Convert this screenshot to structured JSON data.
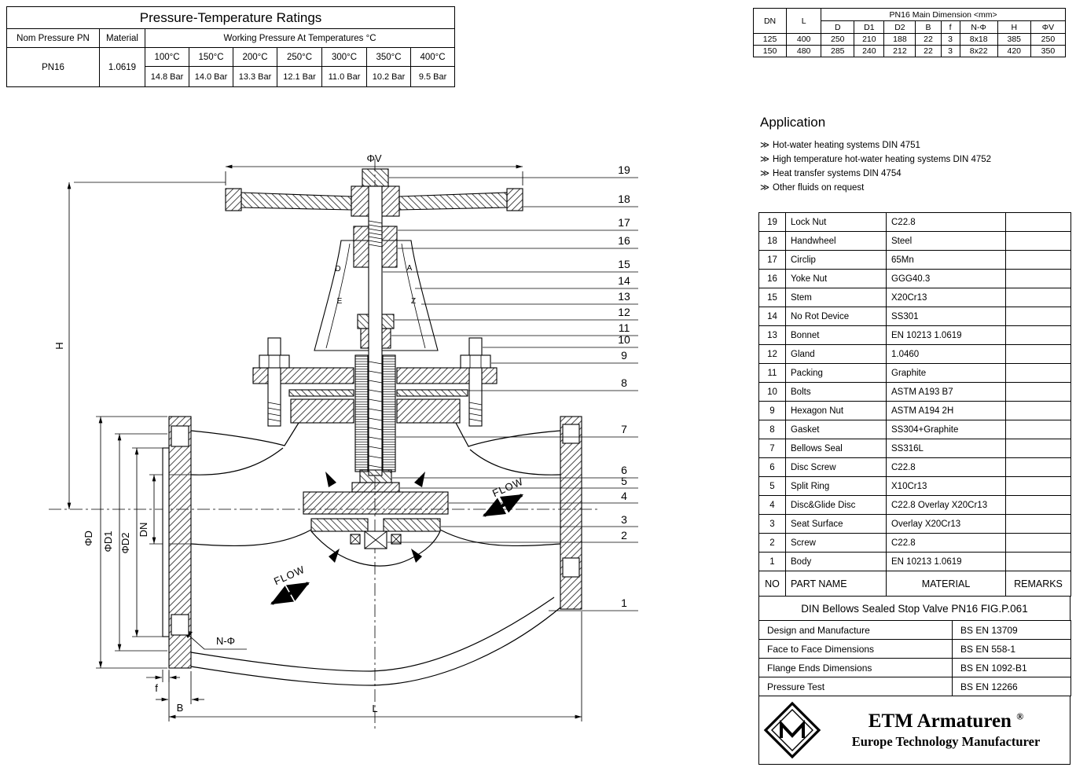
{
  "pt": {
    "title": "Pressure-Temperature Ratings",
    "col_pn": "Nom Pressure PN",
    "col_material": "Material",
    "col_span": "Working Pressure At Temperatures °C",
    "temps": [
      "100°C",
      "150°C",
      "200°C",
      "250°C",
      "300°C",
      "350°C",
      "400°C"
    ],
    "pn": "PN16",
    "material": "1.0619",
    "pressures": [
      "14.8 Bar",
      "14.0 Bar",
      "13.3 Bar",
      "12.1 Bar",
      "11.0 Bar",
      "10.2 Bar",
      "9.5 Bar"
    ]
  },
  "dt": {
    "col_dn": "DN",
    "col_l": "L",
    "title": "PN16 Main Dimension <mm>",
    "headers": [
      "D",
      "D1",
      "D2",
      "B",
      "f",
      "N-Φ",
      "H",
      "ΦV"
    ],
    "rows": [
      [
        "125",
        "400",
        "250",
        "210",
        "188",
        "22",
        "3",
        "8x18",
        "385",
        "250"
      ],
      [
        "150",
        "480",
        "285",
        "240",
        "212",
        "22",
        "3",
        "8x22",
        "420",
        "350"
      ]
    ]
  },
  "app": {
    "title": "Application",
    "bullet": "≫",
    "items": [
      "Hot-water heating systems DIN 4751",
      "High temperature hot-water heating systems DIN 4752",
      "Heat transfer systems DIN 4754",
      "Other fluids on request"
    ]
  },
  "parts": {
    "header": {
      "no": "NO",
      "name": "PART NAME",
      "material": "MATERIAL",
      "remarks": "REMARKS"
    },
    "rows": [
      {
        "no": "19",
        "name": "Lock Nut",
        "material": "C22.8"
      },
      {
        "no": "18",
        "name": "Handwheel",
        "material": "Steel"
      },
      {
        "no": "17",
        "name": "Circlip",
        "material": "65Mn"
      },
      {
        "no": "16",
        "name": "Yoke Nut",
        "material": "GGG40.3"
      },
      {
        "no": "15",
        "name": "Stem",
        "material": "X20Cr13"
      },
      {
        "no": "14",
        "name": "No Rot Device",
        "material": "SS301"
      },
      {
        "no": "13",
        "name": "Bonnet",
        "material": "EN 10213 1.0619"
      },
      {
        "no": "12",
        "name": "Gland",
        "material": "1.0460"
      },
      {
        "no": "11",
        "name": "Packing",
        "material": "Graphite"
      },
      {
        "no": "10",
        "name": "Bolts",
        "material": "ASTM A193 B7"
      },
      {
        "no": "9",
        "name": "Hexagon Nut",
        "material": "ASTM A194 2H"
      },
      {
        "no": "8",
        "name": "Gasket",
        "material": "SS304+Graphite"
      },
      {
        "no": "7",
        "name": "Bellows Seal",
        "material": "SS316L"
      },
      {
        "no": "6",
        "name": "Disc Screw",
        "material": "C22.8"
      },
      {
        "no": "5",
        "name": "Split Ring",
        "material": "X10Cr13"
      },
      {
        "no": "4",
        "name": "Disc&Glide Disc",
        "material": "C22.8 Overlay X20Cr13"
      },
      {
        "no": "3",
        "name": "Seat Surface",
        "material": "Overlay X20Cr13"
      },
      {
        "no": "2",
        "name": "Screw",
        "material": "C22.8"
      },
      {
        "no": "1",
        "name": "Body",
        "material": "EN 10213 1.0619"
      }
    ]
  },
  "tb": {
    "title": "DIN Bellows Sealed Stop Valve PN16 FIG.P.061",
    "standards": [
      {
        "label": "Design and Manufacture",
        "value": "BS EN 13709"
      },
      {
        "label": "Face to Face Dimensions",
        "value": "BS EN 558-1"
      },
      {
        "label": "Flange Ends Dimensions",
        "value": "BS EN 1092-B1"
      },
      {
        "label": "Pressure Test",
        "value": "BS EN 12266"
      }
    ],
    "brand": "ETM Armaturen",
    "reg": "®",
    "sub": "Europe Technology Manufacturer"
  },
  "drawing": {
    "dims": {
      "phiV": "ΦV",
      "H": "H",
      "phiD": "ΦD",
      "phiD1": "ΦD1",
      "phiD2": "ΦD2",
      "DN": "DN",
      "N_phi": "N-Φ",
      "f": "f",
      "B": "B",
      "L": "L"
    },
    "flow": "FLOW",
    "weld": [
      "D",
      "A",
      "E",
      "Z"
    ],
    "callouts": [
      "19",
      "18",
      "17",
      "16",
      "15",
      "14",
      "13",
      "12",
      "11",
      "10",
      "9",
      "8",
      "7",
      "6",
      "5",
      "4",
      "3",
      "2",
      "1"
    ]
  }
}
